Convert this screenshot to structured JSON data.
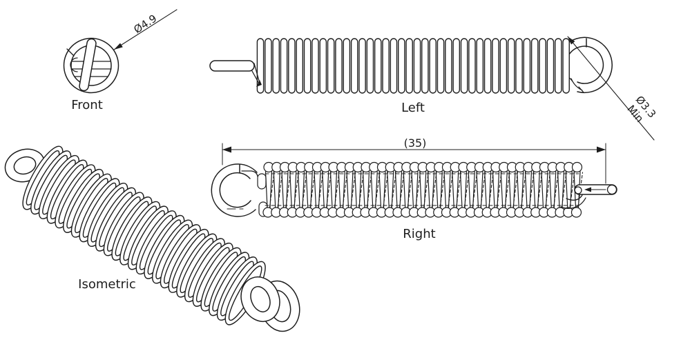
{
  "drawing": {
    "views": {
      "front": {
        "label": "Front"
      },
      "left": {
        "label": "Left"
      },
      "right": {
        "label": "Right"
      },
      "isometric": {
        "label": "Isometric"
      }
    },
    "dimensions": {
      "outer_diameter": "Ø4.9",
      "free_length": "(35)",
      "hook_inner_diameter": "Ø3.3",
      "hook_qualifier": "Min"
    },
    "colors": {
      "line": "#1d1d1d",
      "background": "#ffffff"
    }
  }
}
